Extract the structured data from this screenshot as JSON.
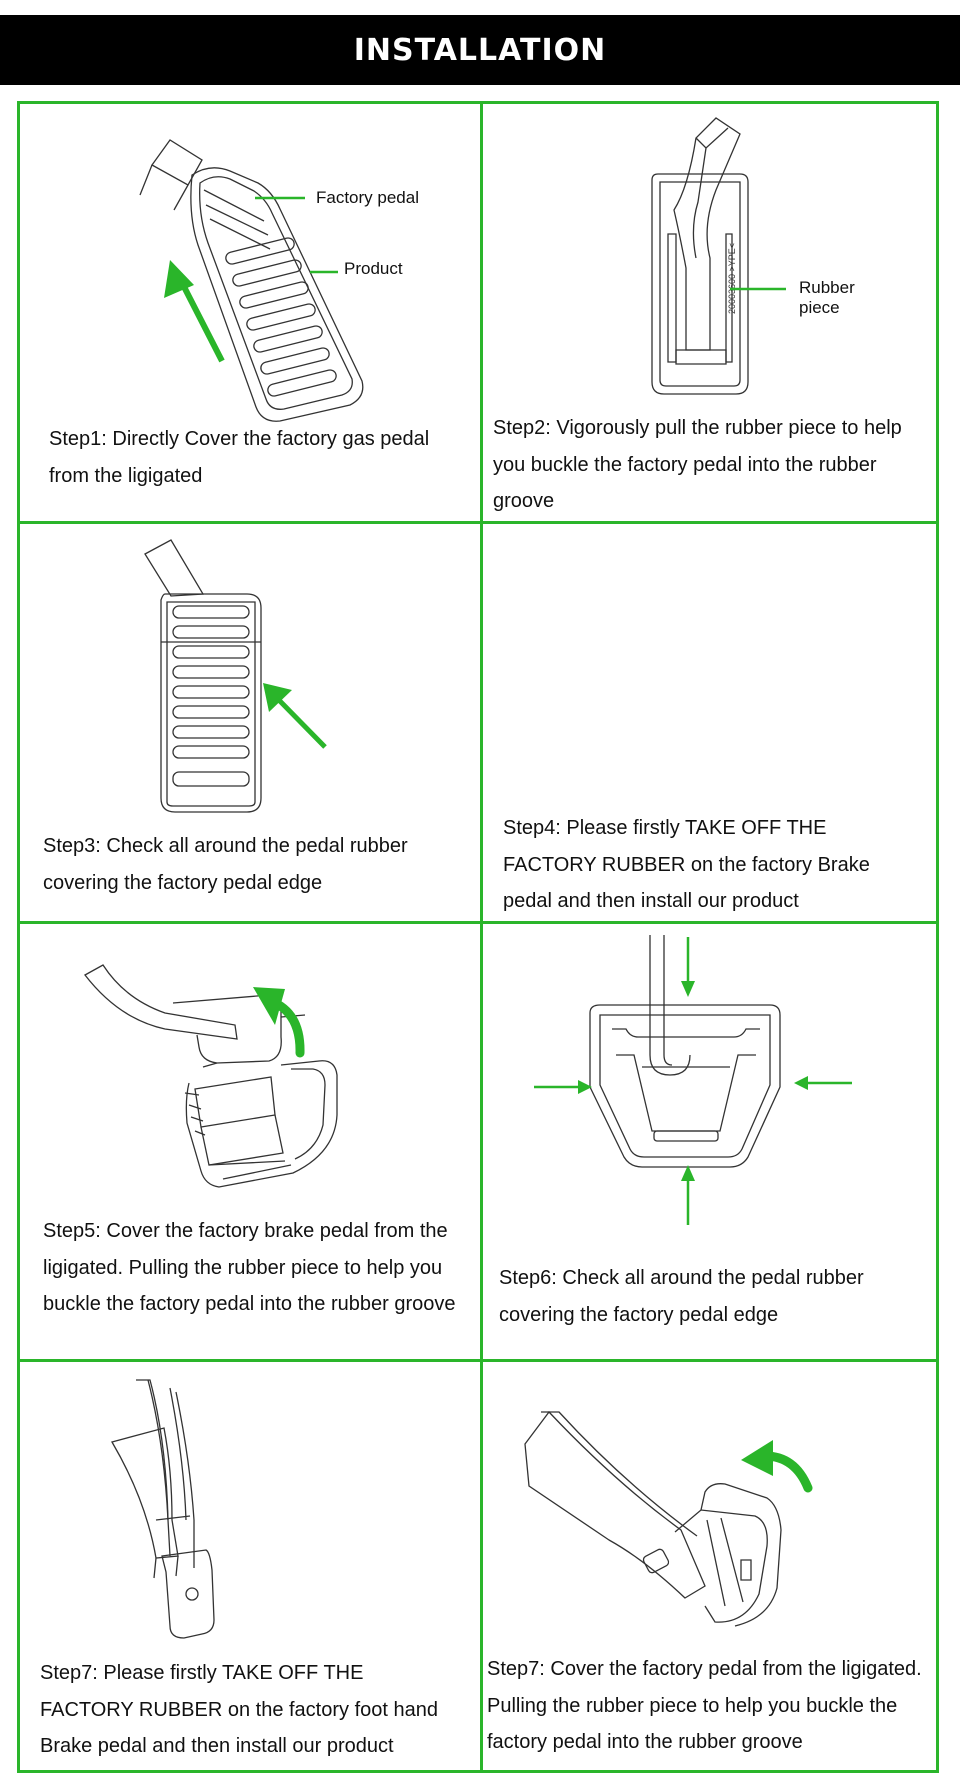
{
  "header": {
    "title": "INSTALLATION"
  },
  "colors": {
    "accent": "#2ab52a",
    "header_bg": "#000000",
    "text": "#111111"
  },
  "steps": [
    {
      "caption": "Step1: Directly Cover the factory gas pedal from the ligigated",
      "labels": [
        "Factory pedal",
        "Product"
      ]
    },
    {
      "caption": "Step2: Vigorously pull the rubber piece to help you buckle the factory pedal into the rubber groove",
      "labels": [
        "Rubber piece"
      ],
      "stamp": "20003600 >YPE<"
    },
    {
      "caption": "Step3: Check all around the pedal rubber covering the factory pedal edge"
    },
    {
      "caption": "Step4: Please firstly TAKE OFF THE FACTORY RUBBER on the factory Brake pedal and then install our product"
    },
    {
      "caption": "Step5: Cover the factory brake pedal from the ligigated. Pulling the rubber piece to help you buckle the factory pedal into the rubber  groove"
    },
    {
      "caption": "Step6: Check all around the pedal rubber covering the factory pedal edge"
    },
    {
      "caption": "Step7: Please firstly TAKE OFF THE FACTORY RUBBER on the factory foot hand Brake pedal and then install our product"
    },
    {
      "caption": "Step7: Cover the factory pedal from the ligigated. Pulling the rubber piece to help you buckle the factory pedal into the rubber  groove"
    }
  ]
}
